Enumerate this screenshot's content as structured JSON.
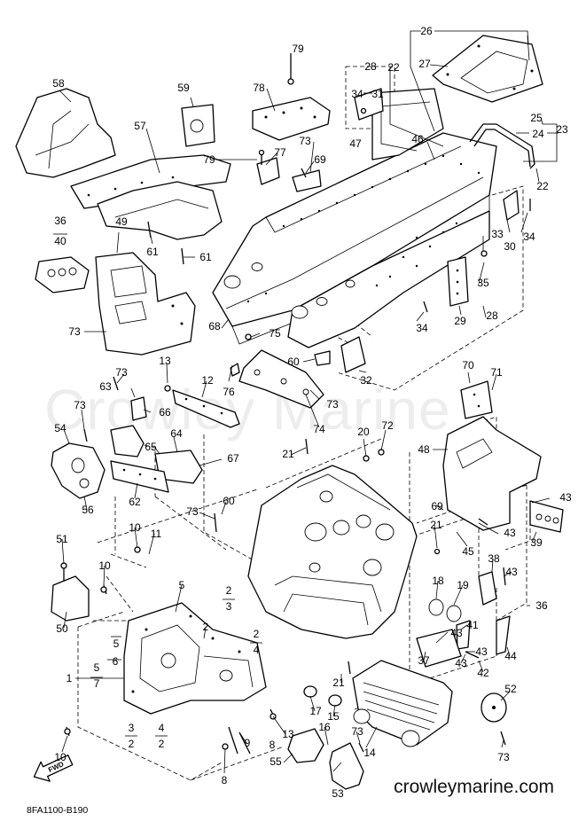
{
  "watermark": "Crowley Marine",
  "website": "crowleymarine.com",
  "diagram_code": "8FA1100-B190",
  "fwd_arrow_text": "FWD",
  "callouts": [
    {
      "id": "c79a",
      "text": "79"
    },
    {
      "id": "c78",
      "text": "78"
    },
    {
      "id": "c28a",
      "text": "28"
    },
    {
      "id": "c34a",
      "text": "34"
    },
    {
      "id": "c31",
      "text": "31"
    },
    {
      "id": "c26",
      "text": "26"
    },
    {
      "id": "c22a",
      "text": "22"
    },
    {
      "id": "c27",
      "text": "27"
    },
    {
      "id": "c25",
      "text": "25"
    },
    {
      "id": "c24",
      "text": "24"
    },
    {
      "id": "c23",
      "text": "23"
    },
    {
      "id": "c58",
      "text": "58"
    },
    {
      "id": "c59",
      "text": "59"
    },
    {
      "id": "c57",
      "text": "57"
    },
    {
      "id": "c73a",
      "text": "73"
    },
    {
      "id": "c47",
      "text": "47"
    },
    {
      "id": "c46",
      "text": "46"
    },
    {
      "id": "c79b",
      "text": "79"
    },
    {
      "id": "c77",
      "text": "77"
    },
    {
      "id": "c69a",
      "text": "69"
    },
    {
      "id": "c22b",
      "text": "22"
    },
    {
      "id": "c30",
      "text": "30"
    },
    {
      "id": "c34b",
      "text": "34"
    },
    {
      "id": "c33",
      "text": "33"
    },
    {
      "id": "c36a",
      "text": "36"
    },
    {
      "id": "c40",
      "text": "40"
    },
    {
      "id": "c49",
      "text": "49"
    },
    {
      "id": "c61a",
      "text": "61"
    },
    {
      "id": "c61b",
      "text": "61"
    },
    {
      "id": "c35",
      "text": "35"
    },
    {
      "id": "c29",
      "text": "29"
    },
    {
      "id": "c28b",
      "text": "28"
    },
    {
      "id": "c73b",
      "text": "73"
    },
    {
      "id": "c68",
      "text": "68"
    },
    {
      "id": "c75",
      "text": "75"
    },
    {
      "id": "c34c",
      "text": "34"
    },
    {
      "id": "c60a",
      "text": "60"
    },
    {
      "id": "c32",
      "text": "32"
    },
    {
      "id": "c13a",
      "text": "13"
    },
    {
      "id": "c73c",
      "text": "73"
    },
    {
      "id": "c63",
      "text": "63"
    },
    {
      "id": "c12",
      "text": "12"
    },
    {
      "id": "c76",
      "text": "76"
    },
    {
      "id": "c66",
      "text": "66"
    },
    {
      "id": "c73d",
      "text": "73"
    },
    {
      "id": "c70",
      "text": "70"
    },
    {
      "id": "c71",
      "text": "71"
    },
    {
      "id": "c73e",
      "text": "73"
    },
    {
      "id": "c74",
      "text": "74"
    },
    {
      "id": "c54",
      "text": "54"
    },
    {
      "id": "c65",
      "text": "65"
    },
    {
      "id": "c64",
      "text": "64"
    },
    {
      "id": "c20",
      "text": "20"
    },
    {
      "id": "c72",
      "text": "72"
    },
    {
      "id": "c48",
      "text": "48"
    },
    {
      "id": "c67",
      "text": "67"
    },
    {
      "id": "c21a",
      "text": "21"
    },
    {
      "id": "c56",
      "text": "56"
    },
    {
      "id": "c62",
      "text": "62"
    },
    {
      "id": "c43a",
      "text": "43"
    },
    {
      "id": "c69b",
      "text": "69"
    },
    {
      "id": "c73f",
      "text": "73"
    },
    {
      "id": "c60b",
      "text": "60"
    },
    {
      "id": "c21b",
      "text": "21"
    },
    {
      "id": "c43b",
      "text": "43"
    },
    {
      "id": "c39",
      "text": "39"
    },
    {
      "id": "c45",
      "text": "45"
    },
    {
      "id": "c51",
      "text": "51"
    },
    {
      "id": "c10a",
      "text": "10"
    },
    {
      "id": "c11",
      "text": "11"
    },
    {
      "id": "c38",
      "text": "38"
    },
    {
      "id": "c10b",
      "text": "10"
    },
    {
      "id": "c43c",
      "text": "43"
    },
    {
      "id": "c5a",
      "text": "5"
    },
    {
      "id": "c18",
      "text": "18"
    },
    {
      "id": "c19",
      "text": "19"
    },
    {
      "id": "c36b",
      "text": "36"
    },
    {
      "id": "c50",
      "text": "50"
    },
    {
      "id": "c2a",
      "text": "2"
    },
    {
      "id": "c3a",
      "text": "3"
    },
    {
      "id": "c2b",
      "text": "2"
    },
    {
      "id": "c5b",
      "text": "5"
    },
    {
      "id": "c6a",
      "text": "6"
    },
    {
      "id": "c2c",
      "text": "2"
    },
    {
      "id": "c4a",
      "text": "4"
    },
    {
      "id": "c41",
      "text": "41"
    },
    {
      "id": "c43d",
      "text": "43"
    },
    {
      "id": "c43e",
      "text": "43"
    },
    {
      "id": "c5c",
      "text": "5"
    },
    {
      "id": "c7",
      "text": "7"
    },
    {
      "id": "c1",
      "text": "1"
    },
    {
      "id": "c37",
      "text": "37"
    },
    {
      "id": "c44",
      "text": "44"
    },
    {
      "id": "c43f",
      "text": "43"
    },
    {
      "id": "c42",
      "text": "42"
    },
    {
      "id": "c21c",
      "text": "21"
    },
    {
      "id": "c52",
      "text": "52"
    },
    {
      "id": "c17",
      "text": "17"
    },
    {
      "id": "c15",
      "text": "15"
    },
    {
      "id": "c3b",
      "text": "3"
    },
    {
      "id": "c2d",
      "text": "2"
    },
    {
      "id": "c4b",
      "text": "4"
    },
    {
      "id": "c2e",
      "text": "2"
    },
    {
      "id": "c9",
      "text": "9"
    },
    {
      "id": "c8a",
      "text": "8"
    },
    {
      "id": "c13b",
      "text": "13"
    },
    {
      "id": "c16",
      "text": "16"
    },
    {
      "id": "c73g",
      "text": "73"
    },
    {
      "id": "c14",
      "text": "14"
    },
    {
      "id": "c55",
      "text": "55"
    },
    {
      "id": "c73h",
      "text": "73"
    },
    {
      "id": "c10c",
      "text": "10"
    },
    {
      "id": "c8b",
      "text": "8"
    },
    {
      "id": "c53",
      "text": "53"
    }
  ]
}
